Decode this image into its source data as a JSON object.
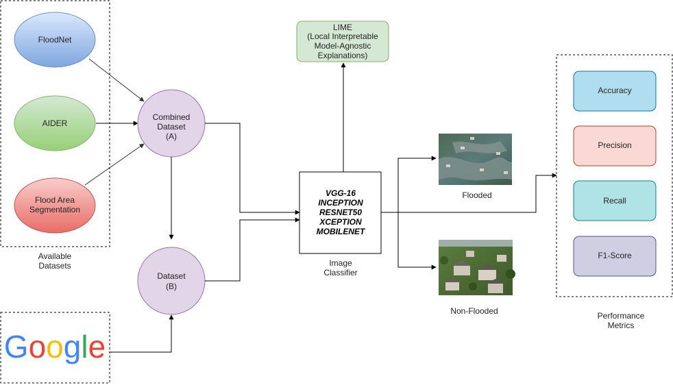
{
  "datasets_group": {
    "caption_line1": "Available",
    "caption_line2": "Datasets",
    "floodnet": "FloodNet",
    "aider": "AIDER",
    "flood_area_line1": "Flood Area",
    "flood_area_line2": "Segmentation"
  },
  "combined": {
    "line1": "Combined",
    "line2": "Dataset",
    "line3": "(A)"
  },
  "dataset_b": {
    "line1": "Dataset",
    "line2": "(B)"
  },
  "google": {
    "g1": "G",
    "o1": "o",
    "o2": "o",
    "g2": "g",
    "l": "l",
    "e": "e"
  },
  "classifier": {
    "models": [
      "VGG-16",
      "INCEPTION",
      "RESNET50",
      "XCEPTION",
      "MOBILENET"
    ],
    "caption_line1": "Image",
    "caption_line2": "Classifier"
  },
  "lime": {
    "line1": "LIME",
    "line2": "(Local Interpretable",
    "line3": "Model-Agnostic",
    "line4": "Explanations)"
  },
  "outputs": {
    "flooded": "Flooded",
    "non_flooded": "Non-Flooded"
  },
  "metrics": {
    "items": [
      "Accuracy",
      "Precision",
      "Recall",
      "F1-Score"
    ],
    "caption_line1": "Performance",
    "caption_line2": "Metrics"
  },
  "colors": {
    "floodnet_fill": "#7ea6e0",
    "aider_fill": "#97d077",
    "flood_area_fill": "#ea6b66",
    "dataset_circle_fill": "#e1d5e7",
    "lime_fill": "#d5e8d4",
    "accuracy_fill": "#b1ddf0",
    "precision_fill": "#fad9d5",
    "recall_fill": "#b0e3e6",
    "f1_fill": "#d0cee2",
    "google_blue": "#4285F4",
    "google_red": "#EA4335",
    "google_yellow": "#FBBC05",
    "google_green": "#34A853"
  }
}
